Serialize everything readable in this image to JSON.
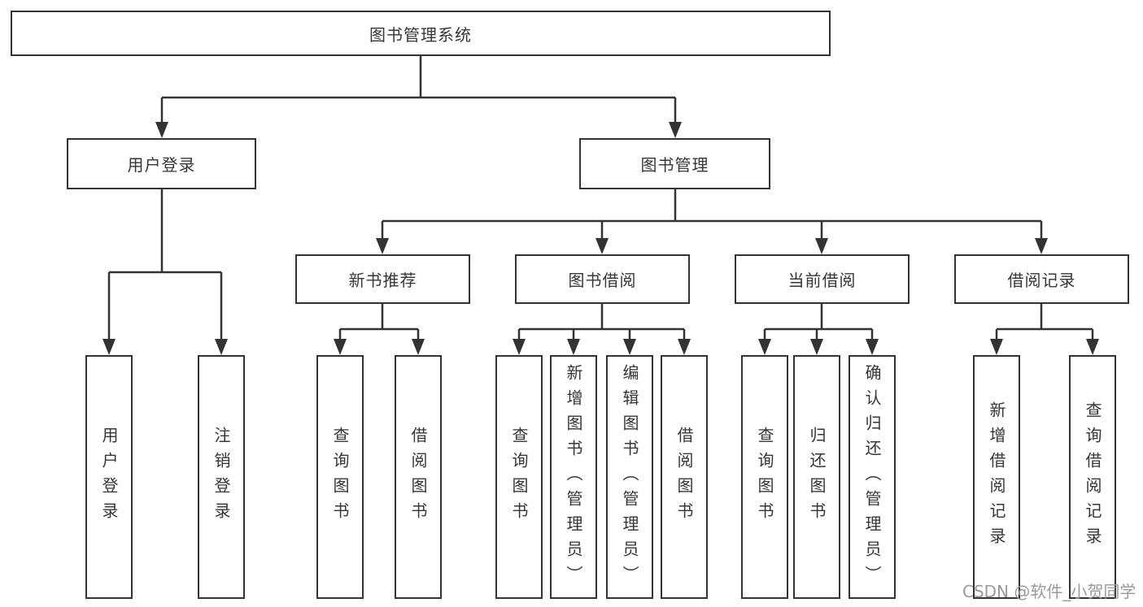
{
  "diagram": {
    "title": "图书管理系统",
    "root": {
      "label": "图书管理系统"
    },
    "level2": [
      {
        "label": "用户登录"
      },
      {
        "label": "图书管理"
      }
    ],
    "level3": [
      {
        "label": "新书推荐"
      },
      {
        "label": "图书借阅"
      },
      {
        "label": "当前借阅"
      },
      {
        "label": "借阅记录"
      }
    ],
    "leaves": [
      {
        "label": "用户登录",
        "parent": "用户登录"
      },
      {
        "label": "注销登录",
        "parent": "用户登录"
      },
      {
        "label": "查询图书",
        "parent": "新书推荐"
      },
      {
        "label": "借阅图书",
        "parent": "新书推荐"
      },
      {
        "label": "查询图书",
        "parent": "图书借阅"
      },
      {
        "label": "新增图书（管理员）",
        "parent": "图书借阅"
      },
      {
        "label": "编辑图书（管理员）",
        "parent": "图书借阅"
      },
      {
        "label": "借阅图书",
        "parent": "图书借阅"
      },
      {
        "label": "查询图书",
        "parent": "当前借阅"
      },
      {
        "label": "归还图书",
        "parent": "当前借阅"
      },
      {
        "label": "确认归还（管理员）",
        "parent": "当前借阅"
      },
      {
        "label": "新增借阅记录",
        "parent": "借阅记录"
      },
      {
        "label": "查询借阅记录",
        "parent": "借阅记录"
      }
    ]
  },
  "watermark": {
    "text": "CSDN @软件_小贺同学"
  },
  "colors": {
    "line": "#333333",
    "box_border": "#333333",
    "text": "#363636",
    "watermark": "#9a9a9a",
    "background": "#ffffff"
  }
}
